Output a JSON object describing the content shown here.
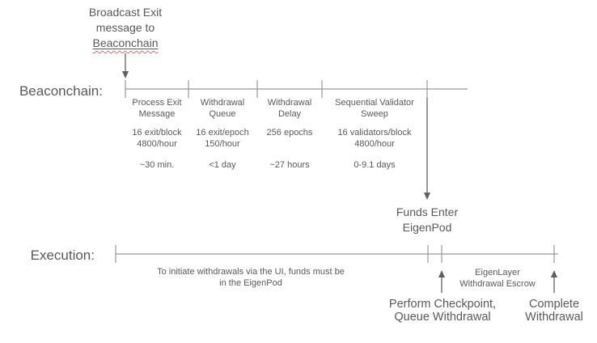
{
  "colors": {
    "background": "#ffffff",
    "text": "#595959",
    "line": "#9a9a9a",
    "arrow": "#606060",
    "spellcheck": "#e06666"
  },
  "top_annotation": {
    "line1": "Broadcast Exit",
    "line2": "message to",
    "line3": "Beaconchain"
  },
  "beaconchain": {
    "label": "Beaconchain:",
    "segments": [
      {
        "title_line1": "Process Exit",
        "title_line2": "Message",
        "rate_line1": "16 exit/block",
        "rate_line2": "4800/hour",
        "duration": "~30 min."
      },
      {
        "title_line1": "Withdrawal",
        "title_line2": "Queue",
        "rate_line1": "16 exit/epoch",
        "rate_line2": "150/hour",
        "duration": "<1 day"
      },
      {
        "title_line1": "Withdrawal",
        "title_line2": "Delay",
        "rate_line1": "256 epochs",
        "rate_line2": "",
        "duration": "~27 hours"
      },
      {
        "title_line1": "Sequential Validator",
        "title_line2": "Sweep",
        "rate_line1": "16 validators/block",
        "rate_line2": "4800/hour",
        "duration": "0-9.1 days"
      }
    ]
  },
  "funds_enter": {
    "line1": "Funds Enter",
    "line2": "EigenPod"
  },
  "execution": {
    "label": "Execution:",
    "note_line1": "To initiate withdrawals via the UI, funds must be",
    "note_line2": "in the EigenPod",
    "escrow_line1": "EigenLayer",
    "escrow_line2": "Withdrawal Escrow",
    "checkpoint_line1": "Perform Checkpoint,",
    "checkpoint_line2": "Queue Withdrawal",
    "complete_line1": "Complete",
    "complete_line2": "Withdrawal"
  }
}
